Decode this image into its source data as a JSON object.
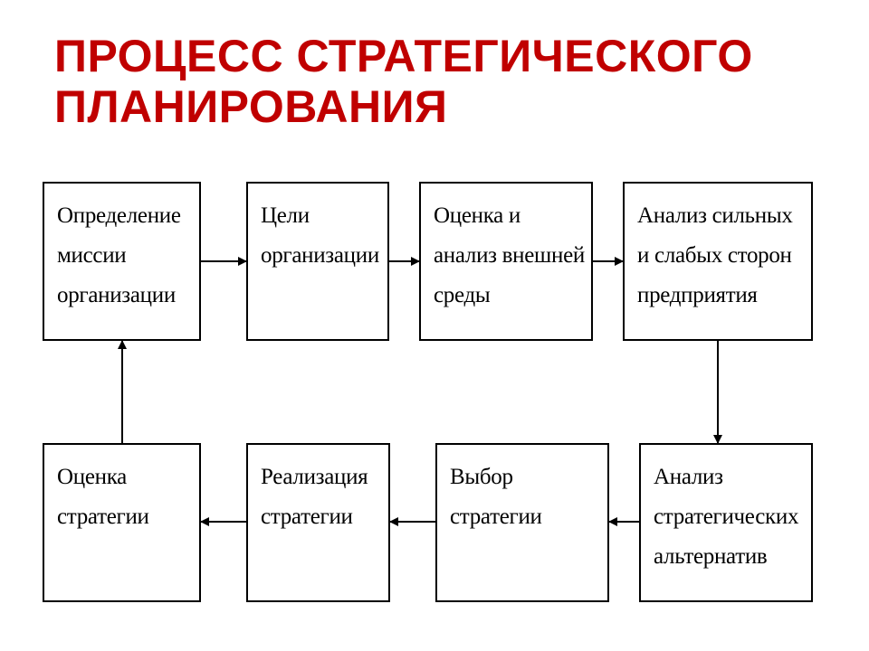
{
  "title": {
    "line1": "ПРОЦЕСС СТРАТЕГИЧЕСКОГО",
    "line2": "ПЛАНИРОВАНИЯ",
    "color": "#c00000"
  },
  "boxes": {
    "mission": "Определение\nмиссии\nорганизации",
    "goals": "Цели\nорганизации",
    "environment": "Оценка и\nанализ внешней\nсреды",
    "swot": "Анализ сильных\nи слабых сторон\nпредприятия",
    "alternatives": "Анализ\nстратегических\nальтернатив",
    "choice": "Выбор\nстратегии",
    "implementation": "Реализация\nстратегии",
    "evaluation": "Оценка\nстратегии"
  },
  "flow": [
    [
      "mission",
      "goals"
    ],
    [
      "goals",
      "environment"
    ],
    [
      "environment",
      "swot"
    ],
    [
      "swot",
      "alternatives"
    ],
    [
      "alternatives",
      "choice"
    ],
    [
      "choice",
      "implementation"
    ],
    [
      "implementation",
      "evaluation"
    ],
    [
      "evaluation",
      "mission"
    ]
  ]
}
